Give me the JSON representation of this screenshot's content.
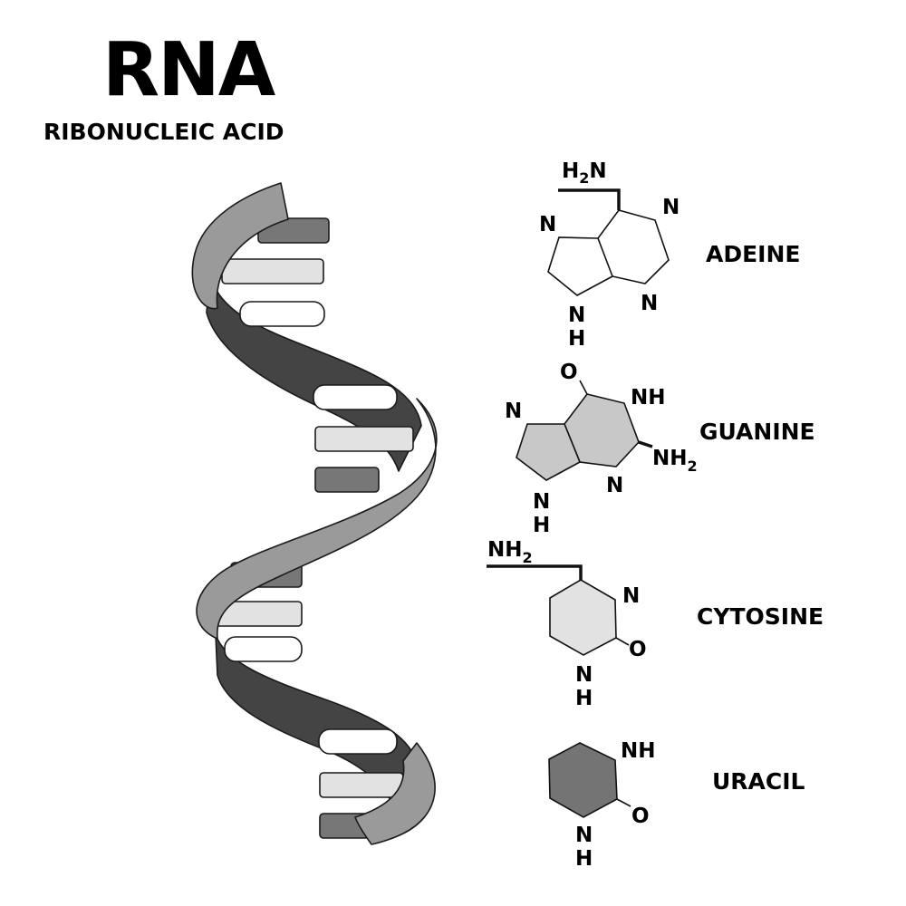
{
  "title": "RNA",
  "subtitle": "RIBONUCLEIC ACID",
  "colors": {
    "dark_strand": "#444444",
    "light_strand": "#9a9a9a",
    "base_dark": "#777777",
    "base_light": "#e2e2e2",
    "base_white": "#ffffff",
    "outline": "#1a1a1a",
    "guanine_fill": "#c8c8c8",
    "cytosine_fill": "#e2e2e2",
    "uracil_fill": "#747474"
  },
  "bases": {
    "adenine": {
      "name": "ADEINE",
      "amine_group": "N",
      "amine_h": "H",
      "amine_sub": "2",
      "ring_n_right": "N",
      "ring_n_left": "N",
      "ring_n_bottom": "N",
      "nh_n": "N",
      "nh_h": "H"
    },
    "guanine": {
      "name": "GUANINE",
      "oxygen": "O",
      "nh_top": "NH",
      "ring_n_left": "N",
      "nh2_main": "NH",
      "nh2_sub": "2",
      "ring_n_bottom": "N",
      "nh_n": "N",
      "nh_h": "H"
    },
    "cytosine": {
      "name": "CYTOSINE",
      "amine_main": "NH",
      "amine_sub": "2",
      "ring_n": "N",
      "oxygen": "O",
      "nh_n": "N",
      "nh_h": "H"
    },
    "uracil": {
      "name": "URACIL",
      "nh_top": "NH",
      "oxygen": "O",
      "nh_n": "N",
      "nh_h": "H"
    }
  }
}
